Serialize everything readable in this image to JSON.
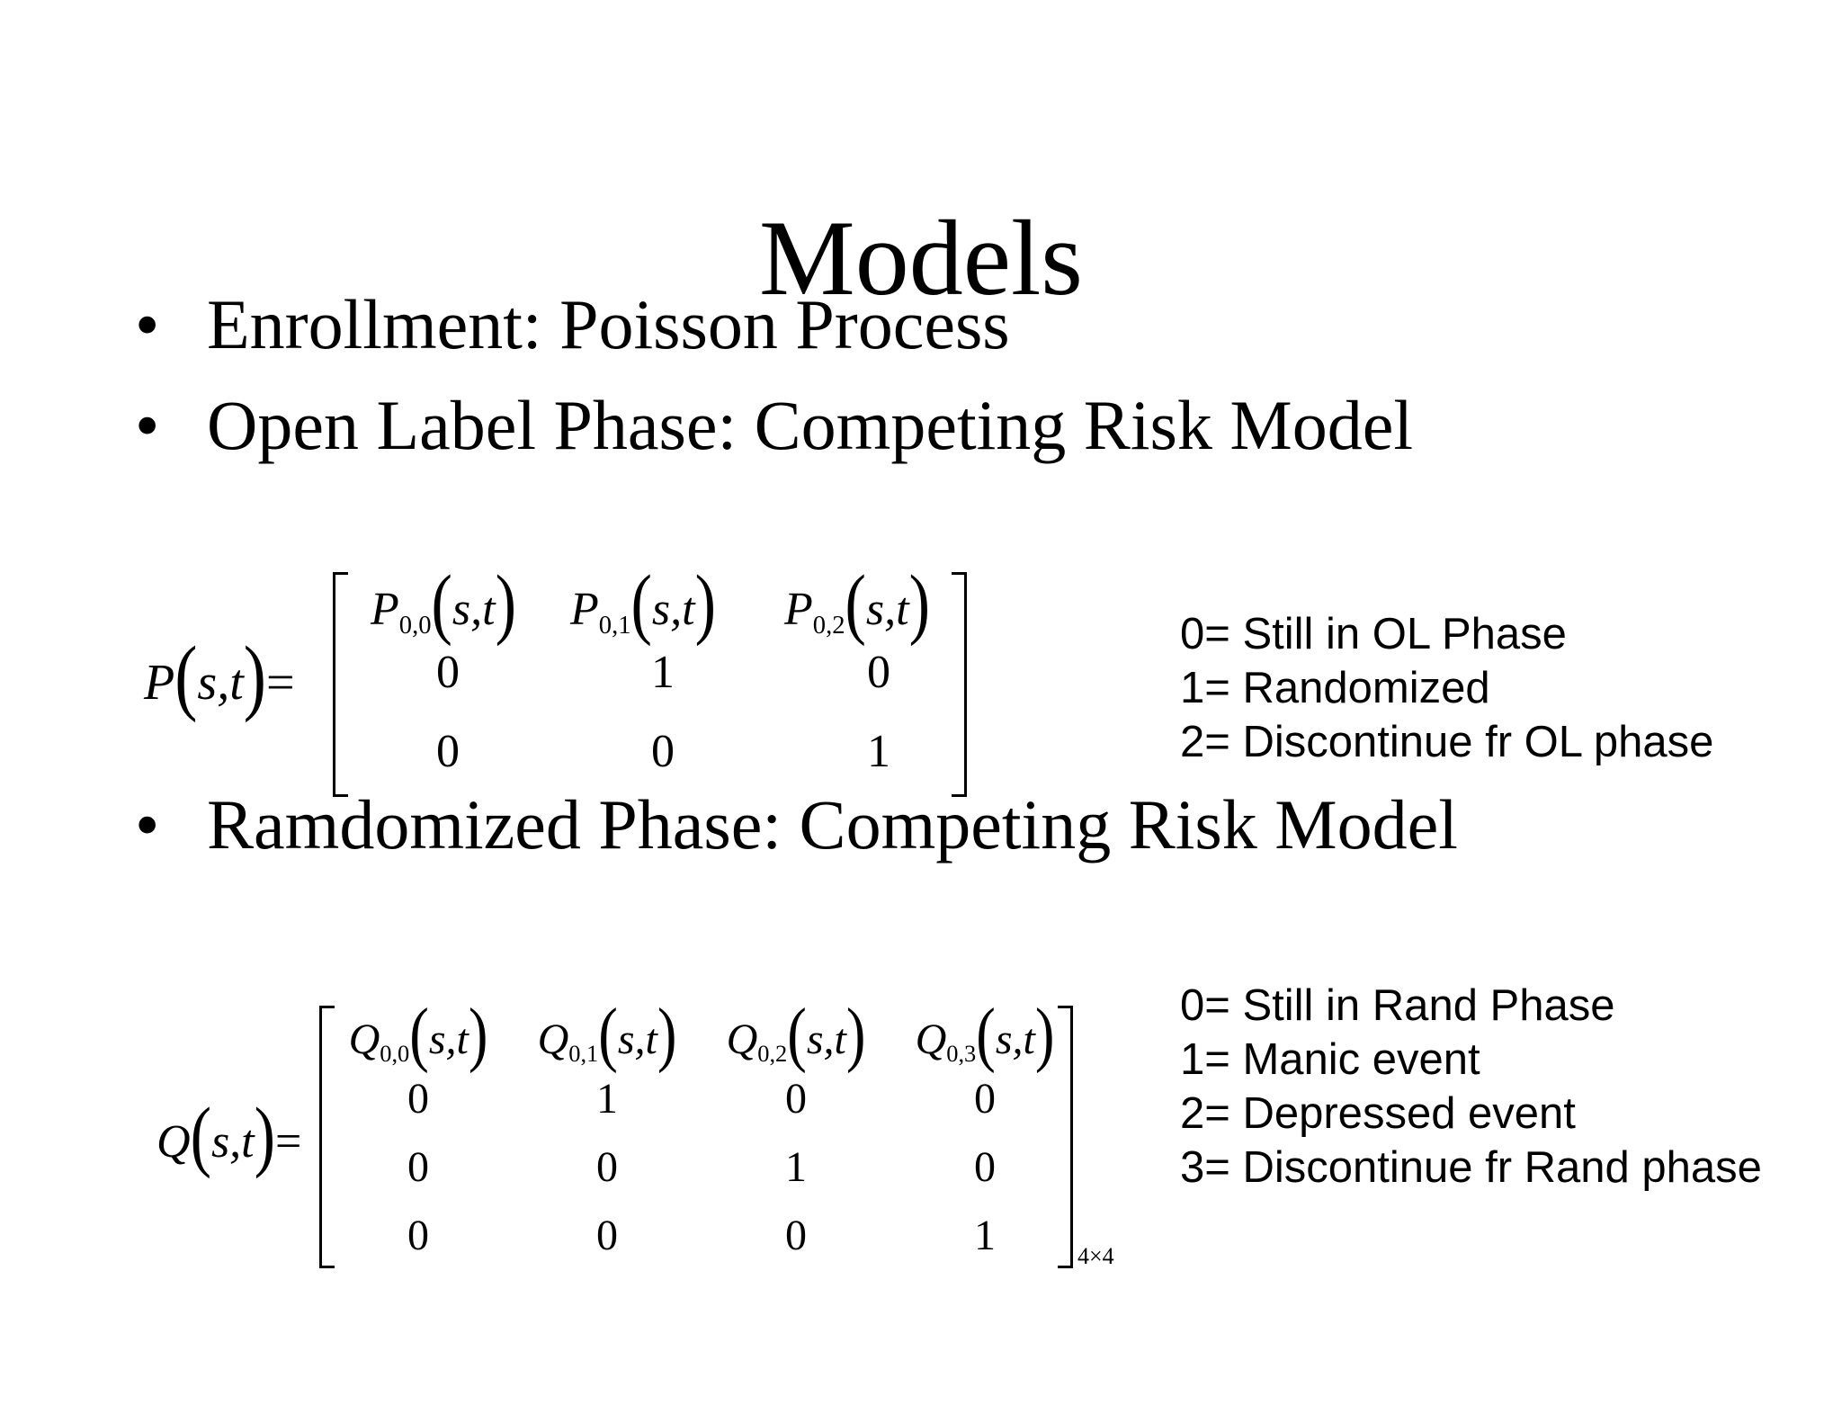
{
  "slide": {
    "title": "Models",
    "bullets": [
      "Enrollment: Poisson Process",
      "Open Label Phase: Competing Risk Model",
      "Ramdomized Phase: Competing Risk Model"
    ],
    "bullet_symbol": "•"
  },
  "matrix_p": {
    "lhs_symbol": "P",
    "lhs_args": "s,t",
    "equals": "=",
    "row0": [
      {
        "sym": "P",
        "sub": "0,0",
        "args": "s,t"
      },
      {
        "sym": "P",
        "sub": "0,1",
        "args": "s,t"
      },
      {
        "sym": "P",
        "sub": "0,2",
        "args": "s,t"
      }
    ],
    "rows": [
      [
        "0",
        "1",
        "0"
      ],
      [
        "0",
        "0",
        "1"
      ]
    ]
  },
  "legend_p": [
    "0= Still in OL Phase",
    "1= Randomized",
    "2= Discontinue fr OL phase"
  ],
  "matrix_q": {
    "lhs_symbol": "Q",
    "lhs_args": "s,t",
    "equals": "=",
    "row0": [
      {
        "sym": "Q",
        "sub": "0,0",
        "args": "s,t"
      },
      {
        "sym": "Q",
        "sub": "0,1",
        "args": "s,t"
      },
      {
        "sym": "Q",
        "sub": "0,2",
        "args": "s,t"
      },
      {
        "sym": "Q",
        "sub": "0,3",
        "args": "s,t"
      }
    ],
    "rows": [
      [
        "0",
        "1",
        "0",
        "0"
      ],
      [
        "0",
        "0",
        "1",
        "0"
      ],
      [
        "0",
        "0",
        "0",
        "1"
      ]
    ],
    "dimension": "4×4"
  },
  "legend_q": [
    "0= Still in Rand Phase",
    "1= Manic event",
    "2= Depressed event",
    "3= Discontinue fr Rand phase"
  ]
}
